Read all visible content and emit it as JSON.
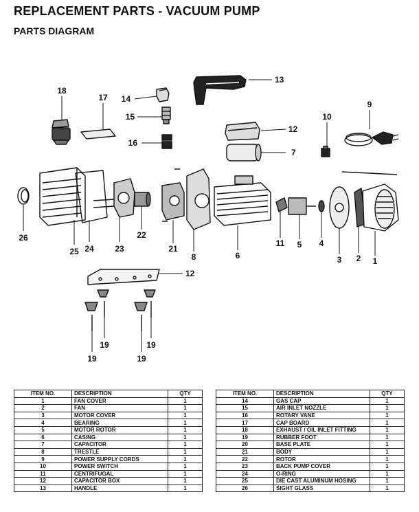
{
  "page": {
    "title": "REPLACEMENT PARTS - VACUUM PUMP",
    "subtitle": "PARTS DIAGRAM"
  },
  "callouts": [
    "1",
    "2",
    "3",
    "4",
    "5",
    "6",
    "7",
    "8",
    "9",
    "10",
    "11",
    "12",
    "12",
    "13",
    "14",
    "15",
    "16",
    "17",
    "18",
    "19",
    "19",
    "19",
    "19",
    "21",
    "22",
    "23",
    "24",
    "25",
    "26"
  ],
  "table": {
    "headers": [
      "ITEM NO.",
      "DESCRIPTION",
      "QTY"
    ],
    "left": [
      [
        "1",
        "FAN COVER",
        "1"
      ],
      [
        "2",
        "FAN",
        "1"
      ],
      [
        "3",
        "MOTOR COVER",
        "1"
      ],
      [
        "4",
        "BEARING",
        "1"
      ],
      [
        "5",
        "MOTOR ROTOR",
        "1"
      ],
      [
        "6",
        "CASING",
        "1"
      ],
      [
        "7",
        "CAPACITOR",
        "1"
      ],
      [
        "8",
        "TRESTLE",
        "1"
      ],
      [
        "9",
        "POWER SUPPLY CORDS",
        "1"
      ],
      [
        "10",
        "POWER SWITCH",
        "1"
      ],
      [
        "11",
        "CENTRIFUGAL",
        "1"
      ],
      [
        "12",
        "CAPACITOR BOX",
        "1"
      ],
      [
        "13",
        "HANDLE",
        "1"
      ]
    ],
    "right": [
      [
        "14",
        "GAS CAP",
        "1"
      ],
      [
        "15",
        "AIR INLET NOZZLE",
        "1"
      ],
      [
        "16",
        "ROTARY VANE",
        "1"
      ],
      [
        "17",
        "CAP BOARD",
        "1"
      ],
      [
        "18",
        "EXHAUST / OIL INLET FITTING",
        "1"
      ],
      [
        "19",
        "RUBBER FOOT",
        "1"
      ],
      [
        "20",
        "BASE PLATE",
        "1"
      ],
      [
        "21",
        "BODY",
        "1"
      ],
      [
        "22",
        "ROTOR",
        "1"
      ],
      [
        "23",
        "BACK PUMP COVER",
        "1"
      ],
      [
        "24",
        "O-RING",
        "1"
      ],
      [
        "25",
        "DIE CAST ALUMINUM HOSING",
        "1"
      ],
      [
        "26",
        "SIGHT GLASS",
        "1"
      ]
    ]
  }
}
